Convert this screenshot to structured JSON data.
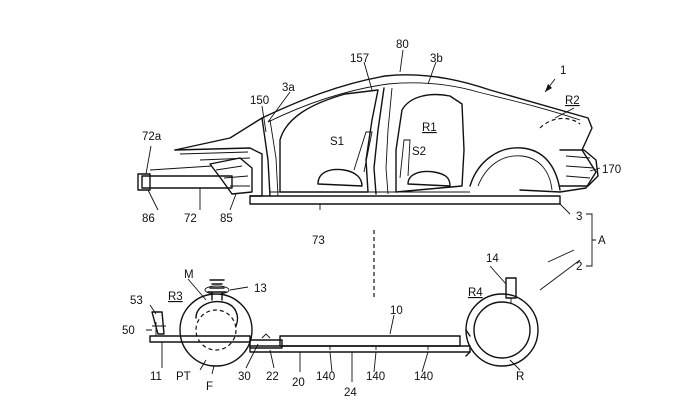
{
  "labels": {
    "l1": "1",
    "l80": "80",
    "l157": "157",
    "l3b": "3b",
    "l3a": "3a",
    "l150": "150",
    "lR2": "R2",
    "lR1": "R1",
    "lS1": "S1",
    "lS2": "S2",
    "l72a": "72a",
    "l170": "170",
    "l86": "86",
    "l72": "72",
    "l85": "85",
    "l73": "73",
    "l3": "3",
    "lA": "A",
    "l2": "2",
    "l14": "14",
    "l10": "10",
    "lR4": "R4",
    "lM": "M",
    "lR3": "R3",
    "l13": "13",
    "l53": "53",
    "l50": "50",
    "l11": "11",
    "lPT": "PT",
    "lF": "F",
    "l30": "30",
    "l22": "22",
    "l20": "20",
    "l140a": "140",
    "l24": "24",
    "l140b": "140",
    "l140c": "140",
    "lR": "R"
  }
}
